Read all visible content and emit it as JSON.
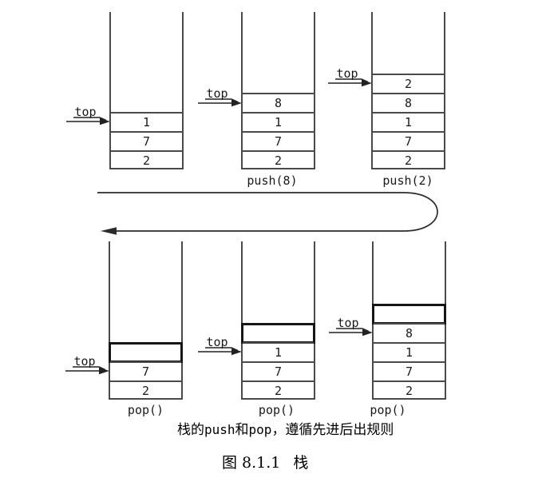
{
  "colors": {
    "line": "#4a4a4a",
    "bold_line": "#161616",
    "arrow": "#222222",
    "background": "#ffffff"
  },
  "labels": {
    "top": "top"
  },
  "stacks": {
    "s1": {
      "cells": [
        "1",
        "7",
        "2"
      ],
      "op": ""
    },
    "s2": {
      "cells": [
        "8",
        "1",
        "7",
        "2"
      ],
      "op": "push(8)"
    },
    "s3": {
      "cells": [
        "2",
        "8",
        "1",
        "7",
        "2"
      ],
      "op": "push(2)"
    },
    "s4": {
      "cells": [
        "7",
        "2"
      ],
      "op": "pop()",
      "popped_slot": true
    },
    "s5": {
      "cells": [
        "1",
        "7",
        "2"
      ],
      "op": "pop()",
      "popped_slot": true
    },
    "s6": {
      "cells": [
        "8",
        "1",
        "7",
        "2"
      ],
      "op": "pop()",
      "popped_slot": true
    }
  },
  "note": {
    "segments": [
      "栈的",
      "push",
      "和",
      "pop",
      "，遵循先进后出规则"
    ]
  },
  "caption": {
    "label": "图 8.1.1",
    "title": "栈"
  }
}
